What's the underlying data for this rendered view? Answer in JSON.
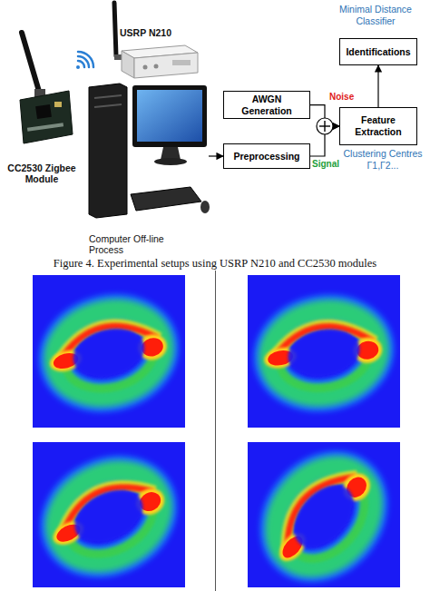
{
  "diagram": {
    "caption": "Figure 4. Experimental setups using USRP N210 and CC2530 modules",
    "nodes": [
      {
        "text": [
          "CC2530 Zigbee Module"
        ]
      },
      {
        "text": [
          "USRP N210"
        ]
      },
      {
        "text": [
          "Computer Off-line Process"
        ]
      },
      {
        "text": [
          "AWGN Generation"
        ]
      },
      {
        "text": [
          "Preprocessing"
        ]
      },
      {
        "text": [
          "Feature Extraction"
        ]
      },
      {
        "text": [
          "Identifications"
        ]
      }
    ],
    "edges": [
      {
        "from": 2,
        "to": 4,
        "arrow": "to"
      },
      {
        "from": 3,
        "to": 5,
        "label": "Noise",
        "arrow": "to"
      },
      {
        "from": 4,
        "to": 5,
        "label": "Signal",
        "arrow": "to"
      },
      {
        "from": 5,
        "to": 6,
        "arrow": "to"
      }
    ],
    "labels": [
      "Minimal Distance Classifier",
      "Clustering Centres Γ1,Γ2..."
    ]
  }
}
